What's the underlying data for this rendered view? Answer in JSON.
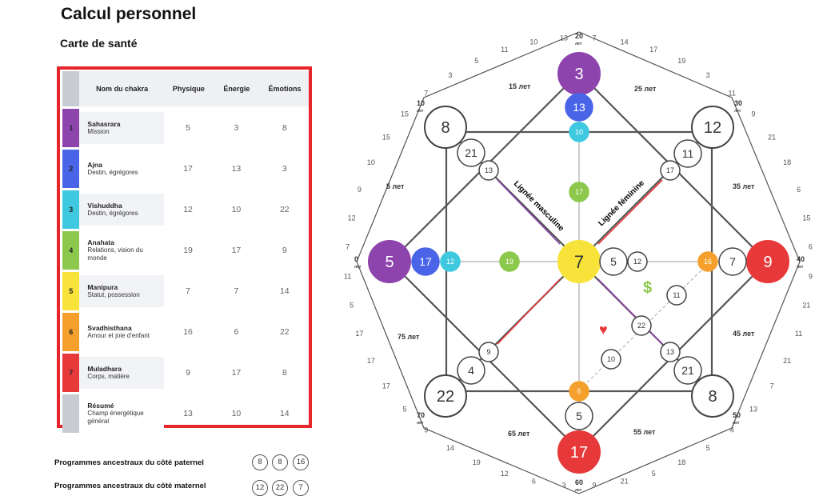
{
  "page": {
    "title": "Calcul personnel",
    "subtitle": "Carte de santé"
  },
  "table": {
    "headers": {
      "name": "Nom du chakra",
      "physique": "Physique",
      "energie": "Énergie",
      "emotions": "Émotions"
    },
    "rows": [
      {
        "num": "1",
        "color": "#8e44ad",
        "name": "Sahasrara",
        "desc": "Mission",
        "phys": "5",
        "ener": "3",
        "emo": "8"
      },
      {
        "num": "2",
        "color": "#4a64e8",
        "name": "Ajna",
        "desc": "Destin, égrégores",
        "phys": "17",
        "ener": "13",
        "emo": "3"
      },
      {
        "num": "3",
        "color": "#3ec9e0",
        "name": "Vishuddha",
        "desc": "Destin, égrégores",
        "phys": "12",
        "ener": "10",
        "emo": "22"
      },
      {
        "num": "4",
        "color": "#8cc84b",
        "name": "Anahata",
        "desc": "Relations, vision du monde",
        "phys": "19",
        "ener": "17",
        "emo": "9"
      },
      {
        "num": "5",
        "color": "#f7e33a",
        "name": "Manipura",
        "desc": "Statut, possession",
        "phys": "7",
        "ener": "7",
        "emo": "14"
      },
      {
        "num": "6",
        "color": "#f5a02d",
        "name": "Svadhisthana",
        "desc": "Amour et joie d'enfant",
        "phys": "16",
        "ener": "6",
        "emo": "22"
      },
      {
        "num": "7",
        "color": "#e8393a",
        "name": "Muladhara",
        "desc": "Corps, matière",
        "phys": "9",
        "ener": "17",
        "emo": "8"
      },
      {
        "num": "",
        "color": "#c9cbd2",
        "name": "Résumé",
        "desc": "Champ énergétique général",
        "phys": "13",
        "ener": "10",
        "emo": "14"
      }
    ]
  },
  "programs": {
    "paternal": {
      "label": "Programmes ancestraux du côté paternel",
      "values": [
        "8",
        "8",
        "16"
      ]
    },
    "maternal": {
      "label": "Programmes ancestraux du côté maternel",
      "values": [
        "12",
        "22",
        "7"
      ]
    }
  },
  "matrix": {
    "center": "7",
    "top": "3",
    "top2": "13",
    "top3": "10",
    "top4": "17",
    "left": "5",
    "left2": "17",
    "left3": "12",
    "left4": "19",
    "right": "9",
    "right2": "7",
    "right3": "16",
    "bottom": "17",
    "bottom2": "5",
    "bottom3": "6",
    "tl": "8",
    "tl2": "21",
    "tl3": "13",
    "tr": "12",
    "tr2": "11",
    "tr3": "17",
    "bl": "22",
    "bl2": "4",
    "bl3": "9",
    "br": "8",
    "br2": "21",
    "br3": "13",
    "c1": "5",
    "c2": "12",
    "money": "11",
    "love": "10",
    "mid": "22",
    "line_masc": "Lignée masculine",
    "line_fem": "Lignée féminine",
    "ages": {
      "a0": "0",
      "a10": "10",
      "a20": "20",
      "a30": "30",
      "a40": "40",
      "a50": "50",
      "a60": "60",
      "a70": "70",
      "unit": "лет",
      "a5": "5 лет",
      "a15": "15 лет",
      "a25": "25 лет",
      "a35": "35 лет",
      "a45": "45 лет",
      "a55": "55 лет",
      "a65": "65 лет",
      "a75": "75 лет"
    },
    "outer": [
      "7",
      "14",
      "17",
      "19",
      "3",
      "11",
      "9",
      "21",
      "18",
      "6",
      "15",
      "6",
      "9",
      "21",
      "11",
      "21",
      "7",
      "13",
      "4",
      "5",
      "18",
      "5",
      "21",
      "9",
      "3",
      "6",
      "12",
      "19",
      "14",
      "9",
      "5",
      "17",
      "17",
      "17",
      "5",
      "11",
      "7",
      "12",
      "9",
      "10",
      "15",
      "15",
      "7",
      "3",
      "5",
      "11",
      "10",
      "13"
    ],
    "colors": {
      "purple": "#8e44ad",
      "blue": "#4a64e8",
      "cyan": "#3ec9e0",
      "green": "#8cc84b",
      "yellow": "#f7e33a",
      "orange": "#f5a02d",
      "red": "#e8393a"
    }
  }
}
